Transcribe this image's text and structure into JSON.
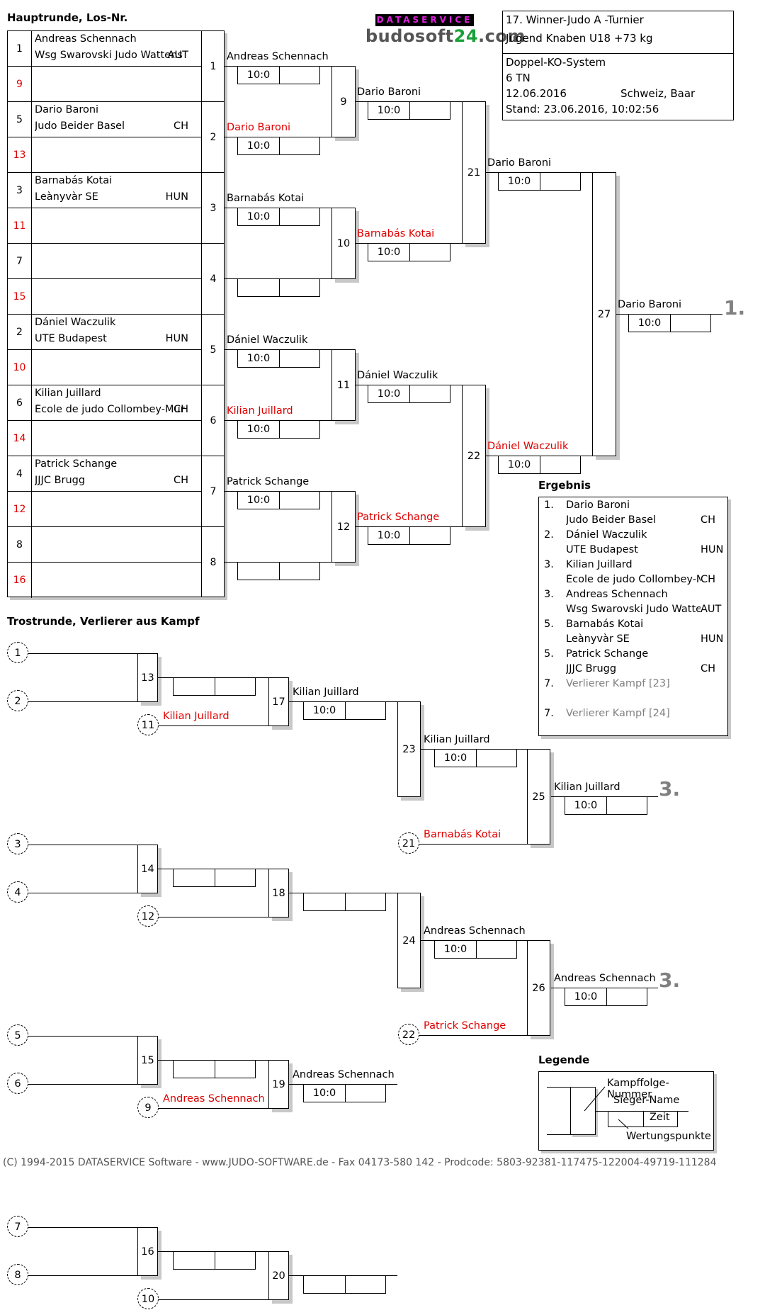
{
  "logo": {
    "top": "DATASERVICE",
    "bottom_prefix": "budosoft",
    "bottom_num": "24",
    "bottom_suffix": ".com"
  },
  "info": {
    "tournament": "17. Winner-Judo A -Turnier",
    "category": "Jugend Knaben U18 +73 kg",
    "system": "Doppel-KO-System",
    "participants": "6 TN",
    "date": "12.06.2016",
    "location": "Schweiz, Baar",
    "status": "Stand: 23.06.2016, 10:02:56"
  },
  "main": {
    "title": "Hauptrunde, Los-Nr.",
    "rows": [
      {
        "lot": "1",
        "red": false,
        "name": "Andreas Schennach",
        "club": "Wsg  Swarovski  Judo  Wattens",
        "nation": "AUT"
      },
      {
        "lot": "9",
        "red": true,
        "name": "",
        "club": "",
        "nation": ""
      },
      {
        "lot": "5",
        "red": false,
        "name": "Dario Baroni",
        "club": "Judo Beider Basel",
        "nation": "CH"
      },
      {
        "lot": "13",
        "red": true,
        "name": "",
        "club": "",
        "nation": ""
      },
      {
        "lot": "3",
        "red": false,
        "name": "Barnabás Kotai",
        "club": "Leànyvàr SE",
        "nation": "HUN"
      },
      {
        "lot": "11",
        "red": true,
        "name": "",
        "club": "",
        "nation": ""
      },
      {
        "lot": "7",
        "red": false,
        "name": "",
        "club": "",
        "nation": ""
      },
      {
        "lot": "15",
        "red": true,
        "name": "",
        "club": "",
        "nation": ""
      },
      {
        "lot": "2",
        "red": false,
        "name": "Dániel Waczulik",
        "club": "UTE Budapest",
        "nation": "HUN"
      },
      {
        "lot": "10",
        "red": true,
        "name": "",
        "club": "",
        "nation": ""
      },
      {
        "lot": "6",
        "red": false,
        "name": "Kilian Juillard",
        "club": "École de judo Collombey-Muraz",
        "nation": "CH"
      },
      {
        "lot": "14",
        "red": true,
        "name": "",
        "club": "",
        "nation": ""
      },
      {
        "lot": "4",
        "red": false,
        "name": "Patrick Schange",
        "club": "JJJC Brugg",
        "nation": "CH"
      },
      {
        "lot": "12",
        "red": true,
        "name": "",
        "club": "",
        "nation": ""
      },
      {
        "lot": "8",
        "red": false,
        "name": "",
        "club": "",
        "nation": ""
      },
      {
        "lot": "16",
        "red": true,
        "name": "",
        "club": "",
        "nation": ""
      }
    ],
    "matches": [
      "1",
      "2",
      "3",
      "4",
      "5",
      "6",
      "7",
      "8"
    ],
    "round1": [
      {
        "winner": "Andreas Schennach",
        "red": false,
        "score": "10:0"
      },
      {
        "winner": "Dario Baroni",
        "red": true,
        "score": "10:0"
      },
      {
        "winner": "Barnabás Kotai",
        "red": false,
        "score": "10:0"
      },
      {
        "winner": "",
        "red": false,
        "score": ""
      },
      {
        "winner": "Dániel Waczulik",
        "red": false,
        "score": "10:0"
      },
      {
        "winner": "Kilian Juillard",
        "red": true,
        "score": "10:0"
      },
      {
        "winner": "Patrick Schange",
        "red": false,
        "score": "10:0"
      },
      {
        "winner": "",
        "red": false,
        "score": ""
      }
    ],
    "round2": [
      {
        "match": "9",
        "winner": "Dario Baroni",
        "red": false,
        "score": "10:0"
      },
      {
        "match": "10",
        "winner": "Barnabás Kotai",
        "red": true,
        "score": "10:0"
      },
      {
        "match": "11",
        "winner": "Dániel Waczulik",
        "red": false,
        "score": "10:0"
      },
      {
        "match": "12",
        "winner": "Patrick Schange",
        "red": true,
        "score": "10:0"
      }
    ],
    "round3": [
      {
        "match": "21",
        "winner": "Dario Baroni",
        "red": false,
        "score": "10:0"
      },
      {
        "match": "22",
        "winner": "Dániel Waczulik",
        "red": true,
        "score": "10:0"
      }
    ],
    "final": {
      "match": "27",
      "winner": "Dario Baroni",
      "score": "10:0",
      "place": "1."
    }
  },
  "repechage": {
    "title": "Trostrunde, Verlierer aus Kampf",
    "pairs": [
      {
        "a": "1",
        "b": "2",
        "match": "13",
        "score": "",
        "late": "11",
        "late_name": "Kilian Juillard",
        "next": "17",
        "next_winner": "Kilian Juillard",
        "next_score": "10:0"
      },
      {
        "a": "3",
        "b": "4",
        "match": "14",
        "score": "",
        "late": "12",
        "late_name": "",
        "next": "18",
        "next_winner": "",
        "next_score": ""
      },
      {
        "a": "5",
        "b": "6",
        "match": "15",
        "score": "",
        "late": "9",
        "late_name": "Andreas Schennach",
        "next": "19",
        "next_winner": "Andreas Schennach",
        "next_score": "10:0"
      },
      {
        "a": "7",
        "b": "8",
        "match": "16",
        "score": "",
        "late": "10",
        "late_name": "",
        "next": "20",
        "next_winner": "",
        "next_score": ""
      }
    ],
    "semis": [
      {
        "match": "23",
        "winner": "Kilian Juillard",
        "score": "10:0",
        "late": "21",
        "late_name": "Barnabás Kotai",
        "final": "25",
        "final_winner": "Kilian Juillard",
        "final_score": "10:0",
        "place": "3."
      },
      {
        "match": "24",
        "winner": "Andreas Schennach",
        "score": "10:0",
        "late": "22",
        "late_name": "Patrick Schange",
        "final": "26",
        "final_winner": "Andreas Schennach",
        "final_score": "10:0",
        "place": "3."
      }
    ]
  },
  "results": {
    "title": "Ergebnis",
    "entries": [
      {
        "rank": "1.",
        "name": "Dario Baroni",
        "club": "Judo Beider Basel",
        "nation": "CH",
        "gray": false
      },
      {
        "rank": "2.",
        "name": "Dániel Waczulik",
        "club": "UTE Budapest",
        "nation": "HUN",
        "gray": false
      },
      {
        "rank": "3.",
        "name": "Kilian Juillard",
        "club": "École de judo Collombey-Muraz",
        "nation": "CH",
        "gray": false
      },
      {
        "rank": "3.",
        "name": "Andreas Schennach",
        "club": "Wsg  Swarovski  Judo  Wattens",
        "nation": "AUT",
        "gray": false
      },
      {
        "rank": "5.",
        "name": "Barnabás Kotai",
        "club": "Leànyvàr SE",
        "nation": "HUN",
        "gray": false
      },
      {
        "rank": "5.",
        "name": "Patrick Schange",
        "club": "JJJC Brugg",
        "nation": "CH",
        "gray": false
      },
      {
        "rank": "7.",
        "name": "Verlierer Kampf [23]",
        "club": "",
        "nation": "",
        "gray": true
      },
      {
        "rank": "7.",
        "name": "Verlierer Kampf [24]",
        "club": "",
        "nation": "",
        "gray": true
      }
    ]
  },
  "legend": {
    "title": "Legende",
    "fight_number": "Kampffolge-Nummer",
    "winner_name": "Sieger-Name",
    "time": "Zeit",
    "points": "Wertungspunkte"
  },
  "footer": "(C) 1994-2015 DATASERVICE Software - www.JUDO-SOFTWARE.de - Fax 04173-580 142 - Prodcode: 5803-92381-117475-122004-49719-111284"
}
